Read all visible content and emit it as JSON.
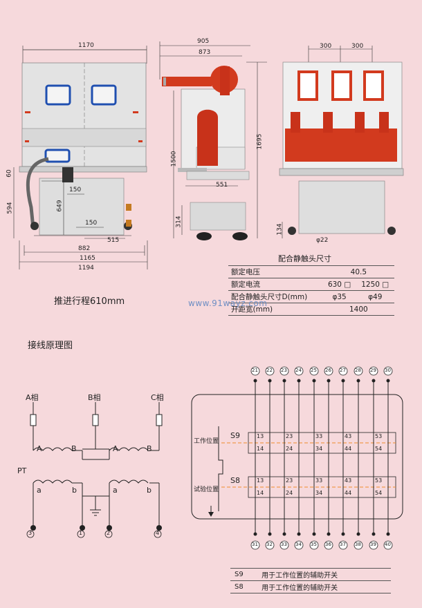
{
  "dimensions": {
    "front_width": "1170",
    "front_inner_882": "882",
    "front_1165": "1165",
    "front_1194": "1194",
    "front_594": "594",
    "front_60": "60",
    "front_649": "649",
    "front_150a": "150",
    "front_150b": "150",
    "front_515": "515",
    "side_905": "905",
    "side_873": "873",
    "side_1500": "1500",
    "side_1695": "1695",
    "side_551": "551",
    "side_314": "314",
    "rear_300a": "300",
    "rear_300b": "300",
    "rear_134": "134",
    "rear_phi22": "φ22"
  },
  "stroke_title": "推进行程610mm",
  "spec_table": {
    "title": "配合静触头尺寸",
    "rows": [
      {
        "label": "额定电压",
        "v1": "40.5",
        "v2": ""
      },
      {
        "label": "额定电流",
        "v1": "630 □",
        "v2": "1250 □"
      },
      {
        "label": "配合静触头尺寸D(mm)",
        "v1": "φ35",
        "v2": "φ49"
      },
      {
        "label": "开距宽(mm)",
        "v1": "1400",
        "v2": ""
      }
    ]
  },
  "watermark": "www.91wayz.com",
  "wiring": {
    "title": "接线原理图",
    "phase_labels": [
      "A相",
      "B相",
      "C相"
    ],
    "pt_label": "PT",
    "primary_labels": [
      "A",
      "B",
      "A",
      "B"
    ],
    "secondary_labels": [
      "a",
      "b",
      "a",
      "b"
    ],
    "bottom_terminals": [
      "3",
      "1",
      "2",
      "4"
    ],
    "top_terminals": [
      "21",
      "22",
      "23",
      "24",
      "25",
      "26",
      "27",
      "28",
      "29",
      "30"
    ],
    "bottom_terms2": [
      "31",
      "32",
      "33",
      "34",
      "35",
      "36",
      "37",
      "38",
      "39",
      "40"
    ],
    "s9_label": "S9",
    "s8_label": "S8",
    "work_pos": "工作位置",
    "test_pos": "试验位置",
    "s9_contacts": [
      "13",
      "14",
      "23",
      "24",
      "33",
      "34",
      "43",
      "44",
      "53",
      "54"
    ],
    "s8_contacts": [
      "13",
      "14",
      "23",
      "24",
      "33",
      "34",
      "43",
      "44",
      "53",
      "54"
    ]
  },
  "legend": [
    {
      "code": "S9",
      "desc": "用于工作位置的辅助开关"
    },
    {
      "code": "S8",
      "desc": "用于工作位置的辅助开关"
    }
  ],
  "colors": {
    "background": "#f6d9dc",
    "insulator_red": "#d23a1e",
    "cabinet_grey": "#dcdcdc",
    "window_blue": "#1f4fb0",
    "dash_orange": "#f08a2a"
  }
}
